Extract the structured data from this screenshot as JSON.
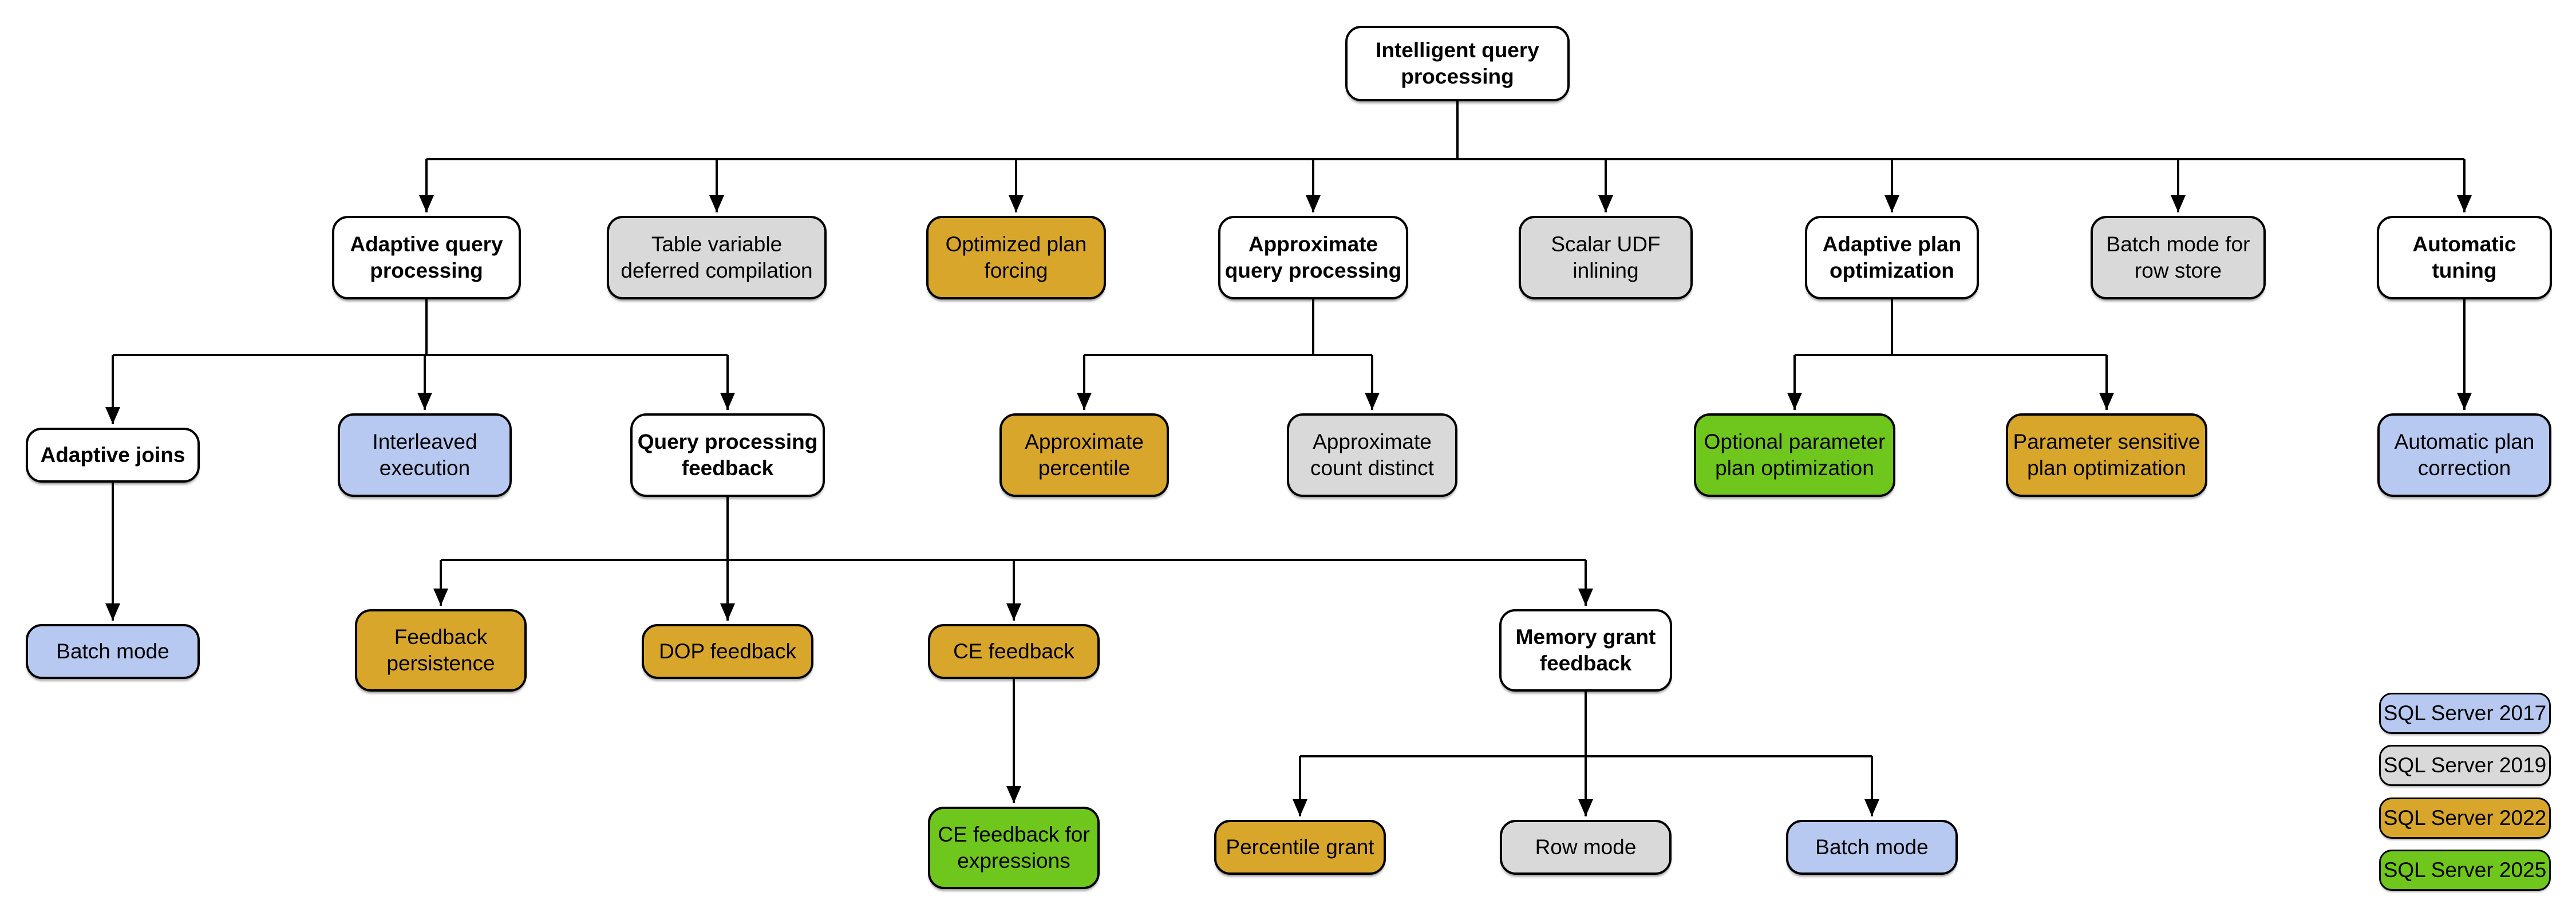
{
  "diagram": {
    "root_label": "Intelligent query\nprocessing",
    "edge_color": "#000000",
    "node_border_color": "#000000",
    "text_color": "#000000"
  },
  "versions": {
    "plain": {
      "label": "",
      "color": "#ffffff"
    },
    "v2017": {
      "label": "SQL Server 2017",
      "color": "#b7c9f1"
    },
    "v2019": {
      "label": "SQL Server 2019",
      "color": "#d9d9d9"
    },
    "v2022": {
      "label": "SQL Server 2022",
      "color": "#d9a62c"
    },
    "v2025": {
      "label": "SQL Server 2025",
      "color": "#6fc61c"
    }
  },
  "nodes": [
    {
      "label": "Intelligent query\nprocessing",
      "version": "plain"
    },
    {
      "label": "Adaptive query\nprocessing",
      "version": "plain"
    },
    {
      "label": "Table variable\ndeferred compilation",
      "version": "v2019"
    },
    {
      "label": "Optimized plan\nforcing",
      "version": "v2022"
    },
    {
      "label": "Approximate\nquery processing",
      "version": "plain"
    },
    {
      "label": "Scalar UDF\ninlining",
      "version": "v2019"
    },
    {
      "label": "Adaptive plan\noptimization",
      "version": "plain"
    },
    {
      "label": "Batch mode for\nrow store",
      "version": "v2019"
    },
    {
      "label": "Automatic\ntuning",
      "version": "plain"
    },
    {
      "label": "Adaptive joins",
      "version": "plain"
    },
    {
      "label": "Interleaved\nexecution",
      "version": "v2017"
    },
    {
      "label": "Query processing\nfeedback",
      "version": "plain"
    },
    {
      "label": "Approximate\npercentile",
      "version": "v2022"
    },
    {
      "label": "Approximate\ncount distinct",
      "version": "v2019"
    },
    {
      "label": "Optional parameter\nplan optimization",
      "version": "v2025"
    },
    {
      "label": "Parameter sensitive\nplan optimization",
      "version": "v2022"
    },
    {
      "label": "Automatic plan\ncorrection",
      "version": "v2017"
    },
    {
      "label": "Batch mode",
      "version": "v2017"
    },
    {
      "label": "Feedback\npersistence",
      "version": "v2022"
    },
    {
      "label": "DOP feedback",
      "version": "v2022"
    },
    {
      "label": "CE feedback",
      "version": "v2022"
    },
    {
      "label": "Memory grant\nfeedback",
      "version": "plain"
    },
    {
      "label": "CE feedback for\nexpressions",
      "version": "v2025"
    },
    {
      "label": "Percentile grant",
      "version": "v2022"
    },
    {
      "label": "Row mode",
      "version": "v2019"
    },
    {
      "label": "Batch mode",
      "version": "v2017"
    }
  ],
  "edges": [
    [
      0,
      1
    ],
    [
      0,
      2
    ],
    [
      0,
      3
    ],
    [
      0,
      4
    ],
    [
      0,
      5
    ],
    [
      0,
      6
    ],
    [
      0,
      7
    ],
    [
      0,
      8
    ],
    [
      1,
      9
    ],
    [
      1,
      10
    ],
    [
      1,
      11
    ],
    [
      4,
      12
    ],
    [
      4,
      13
    ],
    [
      6,
      14
    ],
    [
      6,
      15
    ],
    [
      8,
      16
    ],
    [
      9,
      17
    ],
    [
      11,
      18
    ],
    [
      11,
      19
    ],
    [
      11,
      20
    ],
    [
      11,
      21
    ],
    [
      20,
      22
    ],
    [
      21,
      23
    ],
    [
      21,
      24
    ],
    [
      21,
      25
    ]
  ],
  "legend": {
    "items": [
      "v2017",
      "v2019",
      "v2022",
      "v2025"
    ]
  }
}
